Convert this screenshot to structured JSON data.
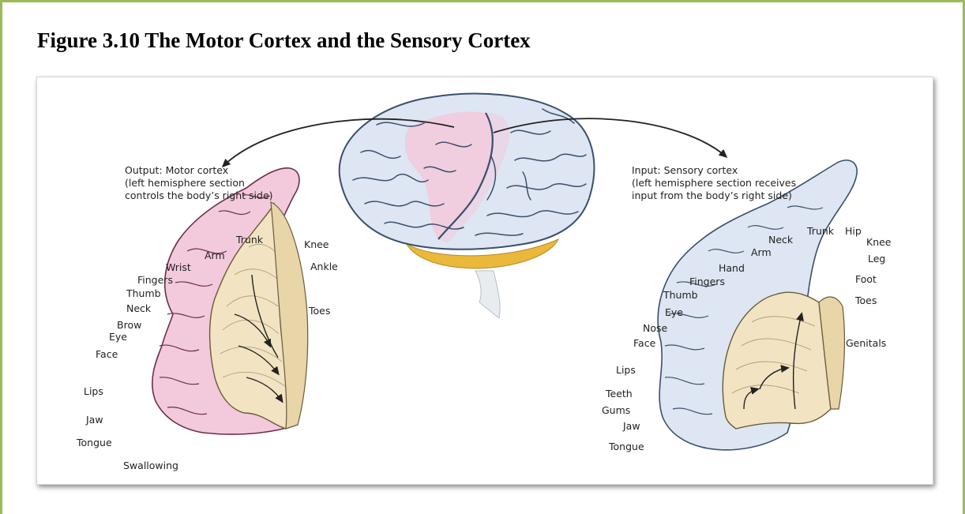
{
  "title": "Figure 3.10 The Motor Cortex and the Sensory Cortex",
  "output_caption": {
    "bold": "Output:",
    "rest": " Motor cortex",
    "line2": "(left hemisphere section",
    "line3": "controls the body’s right side)"
  },
  "input_caption": {
    "bold": "Input:",
    "rest": " Sensory cortex",
    "line2": "(left hemisphere section receives",
    "line3": "input from the body’s right side)"
  },
  "motor_labels": [
    "Trunk",
    "Knee",
    "Arm",
    "Ankle",
    "Wrist",
    "Fingers",
    "Thumb",
    "Neck",
    "Toes",
    "Brow",
    "Eye",
    "Face",
    "Lips",
    "Jaw",
    "Tongue",
    "Swallowing"
  ],
  "sensory_labels": [
    "Trunk",
    "Hip",
    "Neck",
    "Knee",
    "Arm",
    "Leg",
    "Hand",
    "Fingers",
    "Foot",
    "Thumb",
    "Toes",
    "Eye",
    "Nose",
    "Face",
    "Genitals",
    "Lips",
    "Teeth",
    "Gums",
    "Jaw",
    "Tongue"
  ],
  "colors": {
    "frame_border": "#9bbb59",
    "brain_fill": "#dde6f2",
    "motor_strip": "#f3c9dc",
    "brainstem": "#eab83a",
    "tissue": "#f2e3c2"
  }
}
